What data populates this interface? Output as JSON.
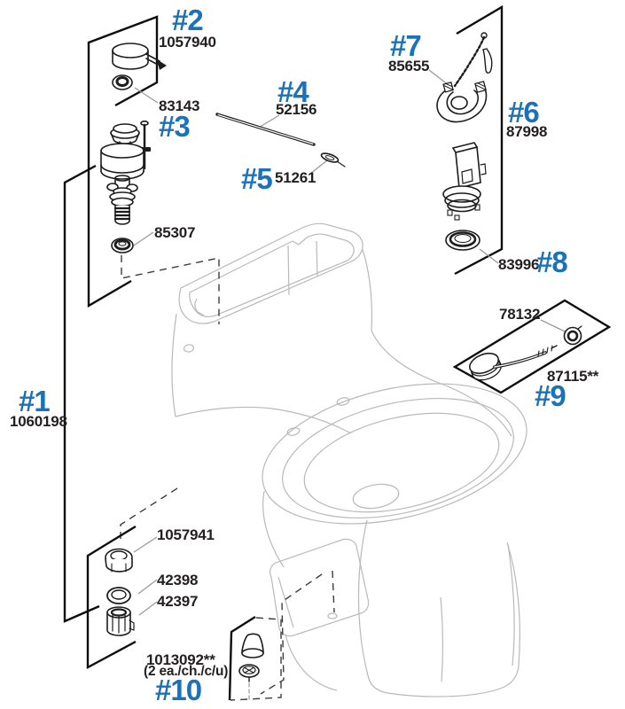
{
  "diagram": {
    "kind": "toilet-repair-parts-exploded-diagram",
    "colors": {
      "callout_accent": "#1b72b8",
      "ink": "#231f20",
      "toilet_line": "#b9b9b9",
      "leader_line": "#9a9a9a",
      "bracket_line": "#0d0d0d"
    }
  },
  "parts": [
    {
      "callout": "#1",
      "part_number": "1060198"
    },
    {
      "callout": "#2",
      "part_number": "1057940"
    },
    {
      "callout": "#3",
      "part_number": "83143"
    },
    {
      "callout": "#4",
      "part_number": "52156"
    },
    {
      "callout": "#5",
      "part_number": "51261"
    },
    {
      "callout": "#6",
      "part_number": "87998"
    },
    {
      "callout": "#7",
      "part_number": "85655"
    },
    {
      "callout": "#8",
      "part_number": "83996"
    },
    {
      "callout": "#9",
      "part_number": "87115**"
    },
    {
      "callout": "#10",
      "part_number": "1013092**",
      "note": "(2 ea./ch./c/u)"
    }
  ],
  "loose_parts": {
    "fill_valve_washer": "85307",
    "tank_supply_nut": "1057941",
    "supply_washer": "42398",
    "supply_coupling_nut": "42397",
    "trip_lever_nut": "78132"
  }
}
